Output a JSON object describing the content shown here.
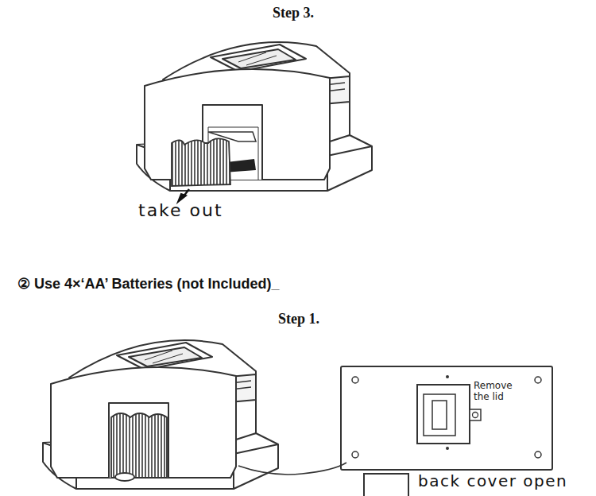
{
  "diagram": {
    "nodes": [
      {
        "text": [
          "Remove the lid"
        ]
      }
    ],
    "labels": [
      "Step 3.",
      "take out",
      "② Use 4×‘AA’ Batteries (not Included)_",
      "Step 1.",
      "back cover open"
    ]
  }
}
